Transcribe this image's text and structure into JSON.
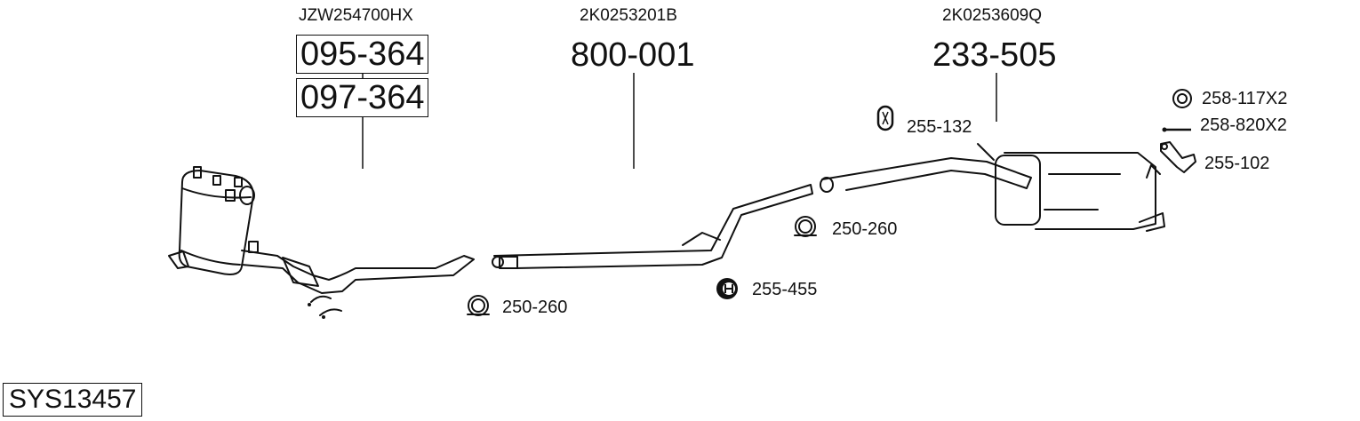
{
  "diagram": {
    "system_code": "SYS13457",
    "components": [
      {
        "name": "diesel-particulate-filter",
        "oem_number": "JZW254700HX",
        "part_numbers": [
          "095-364",
          "097-364"
        ]
      },
      {
        "name": "middle-pipe",
        "oem_number": "2K0253201B",
        "part_numbers": [
          "800-001"
        ]
      },
      {
        "name": "rear-silencer",
        "oem_number": "2K0253609Q",
        "part_numbers": [
          "233-505"
        ]
      }
    ],
    "accessories": [
      {
        "icon": "clamp-icon",
        "label": "250-260"
      },
      {
        "icon": "rubber-hanger-icon",
        "label": "255-455"
      },
      {
        "icon": "clamp-icon",
        "label": "250-260"
      },
      {
        "icon": "rubber-hanger-oval-icon",
        "label": "255-132"
      },
      {
        "icon": "ring-gasket-icon",
        "label": "258-117X2"
      },
      {
        "icon": "bolt-icon",
        "label": "258-820X2"
      },
      {
        "icon": "mounting-bracket-icon",
        "label": "255-102"
      }
    ]
  }
}
